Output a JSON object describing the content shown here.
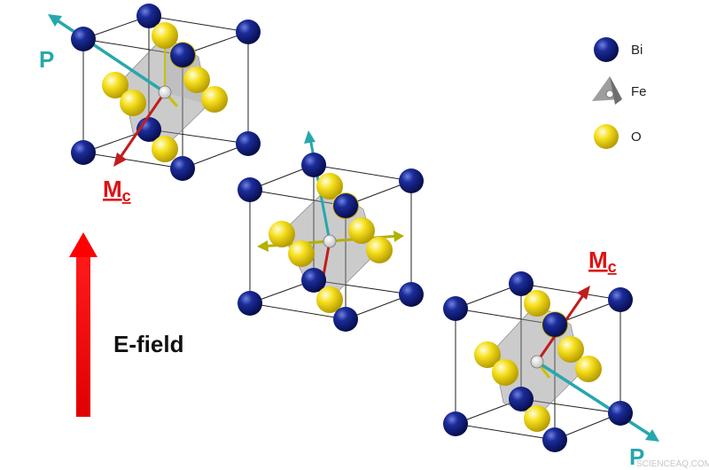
{
  "colors": {
    "bismuth": "#0f1d7a",
    "oxygen": "#f2dc18",
    "polarization_arrow": "#27a7ad",
    "magnetization_arrow": "#c01d1d",
    "field_arrow": "#f00000",
    "octahedron": "#8c8c8c"
  },
  "legend": {
    "items": [
      {
        "symbol": "blue-sphere",
        "label": "Bi"
      },
      {
        "symbol": "gray-octahedron",
        "label": "Fe"
      },
      {
        "symbol": "yellow-sphere",
        "label": "O"
      }
    ]
  },
  "field": {
    "label": "E-field"
  },
  "cells": [
    {
      "polarization_label": "P",
      "magnetization_label": "M",
      "magnetization_subscript": "c"
    },
    {},
    {
      "polarization_label": "P",
      "magnetization_label": "M",
      "magnetization_subscript": "c"
    }
  ],
  "watermark": "SCIENCEAQ.COM"
}
